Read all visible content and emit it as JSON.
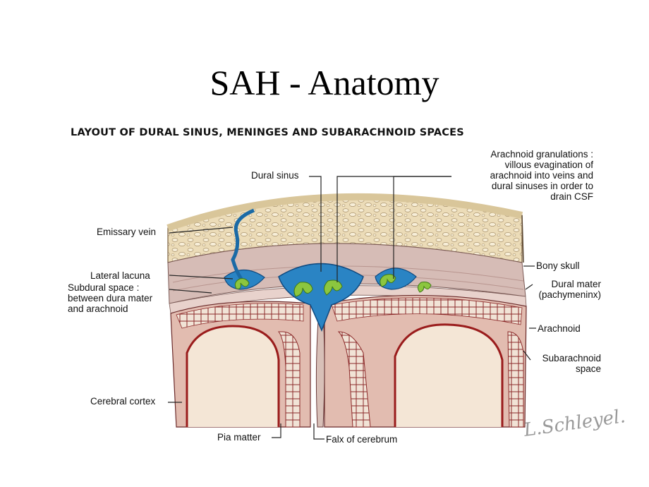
{
  "slide": {
    "title": "SAH - Anatomy"
  },
  "figure": {
    "heading": "LAYOUT OF DURAL SINUS, MENINGES AND SUBARACHNOID SPACES",
    "labels": {
      "dural_sinus": "Dural sinus",
      "arachnoid_granulations": [
        "Arachnoid granulations :",
        "villous evagination of",
        "arachnoid into veins and",
        "dural sinuses in order to",
        "drain CSF"
      ],
      "emissary_vein": "Emissary vein",
      "lateral_lacuna": "Lateral lacuna",
      "subdural_space": [
        "Subdural space :",
        "between dura mater",
        "and arachnoid"
      ],
      "bony_skull": "Bony skull",
      "dural_mater": [
        "Dural mater",
        "(pachymeninx)"
      ],
      "arachnoid": "Arachnoid",
      "subarachnoid_space": [
        "Subarachnoid",
        "space"
      ],
      "cerebral_cortex": "Cerebral cortex",
      "pia_matter": "Pia matter",
      "falx_of_cerebrum": "Falx of cerebrum"
    },
    "signature": "L.Schleyel.",
    "colors": {
      "bone": "#e9d9b4",
      "dura": "#cdb2ad",
      "sinus": "#2a84c4",
      "granulation": "#8cc63f",
      "cortex": "#e2bcb0",
      "vessel": "#a01818"
    }
  }
}
